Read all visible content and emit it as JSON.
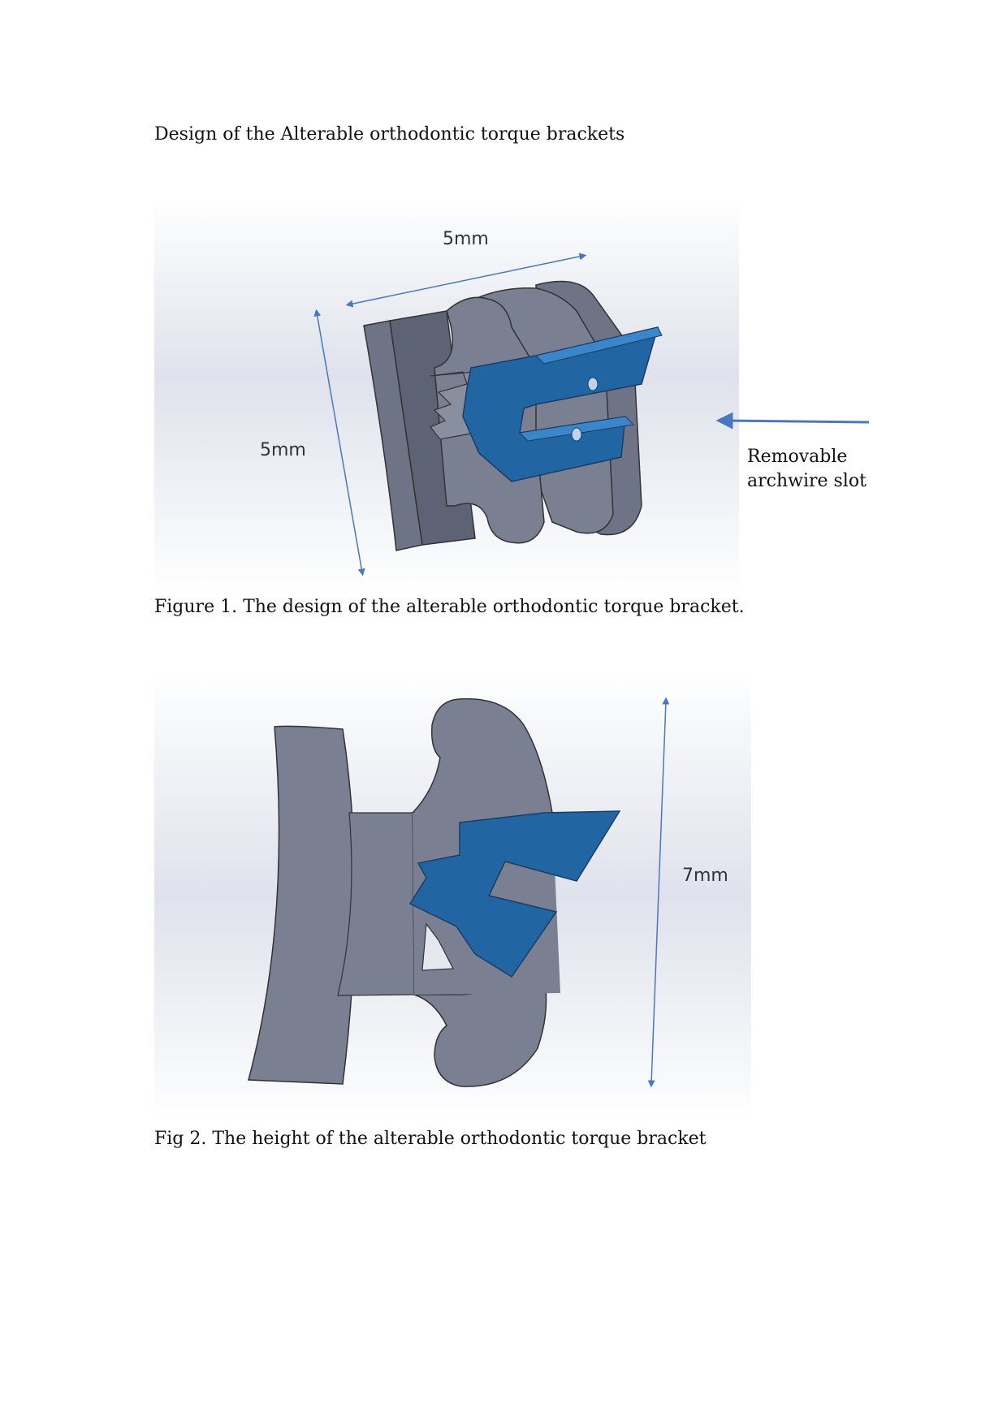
{
  "page": {
    "heading": "Design of the Alterable orthodontic torque brackets"
  },
  "figure1": {
    "dimension_top": "5mm",
    "dimension_left": "5mm",
    "callout_line1": "Removable",
    "callout_line2": "archwire slot",
    "caption": "Figure 1. The design of the alterable orthodontic torque bracket."
  },
  "figure2": {
    "dimension_height": "7mm",
    "caption": "Fig 2. The height of the alterable orthodontic torque bracket"
  },
  "colors": {
    "bracket_gray": "#7a7f92",
    "bracket_dark": "#5d6275",
    "slot_blue": "#2166a3",
    "dimension_line": "#4a78c0"
  }
}
